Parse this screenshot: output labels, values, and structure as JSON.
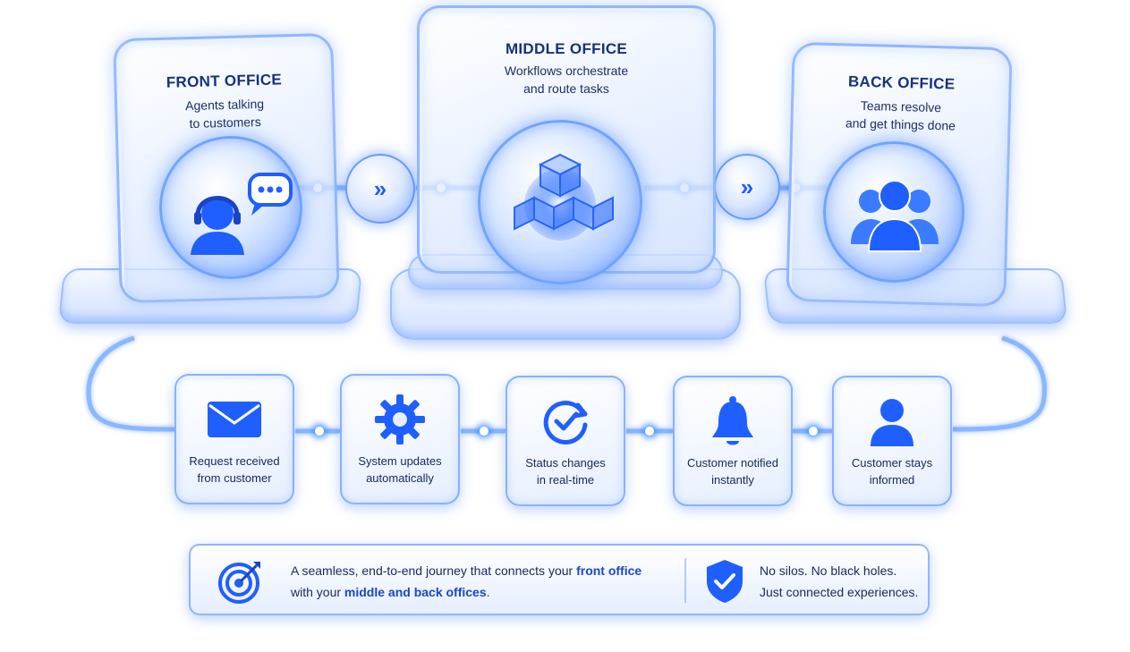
{
  "front_office": {
    "title": "FRONT OFFICE",
    "subtitle_line1": "Agents talking",
    "subtitle_line2": "to customers",
    "icon": "headset-agent-chat-icon"
  },
  "middle_office": {
    "title": "MIDDLE OFFICE",
    "subtitle_line1": "Workflows orchestrate",
    "subtitle_line2": "and route tasks",
    "icon": "stacked-cubes-icon"
  },
  "back_office": {
    "title": "BACK OFFICE",
    "subtitle_line1": "Teams resolve",
    "subtitle_line2": "and get things done",
    "icon": "team-group-icon"
  },
  "steps": [
    {
      "line1": "Request received",
      "line2": "from customer",
      "icon": "envelope-icon"
    },
    {
      "line1": "System updates",
      "line2": "automatically",
      "icon": "gear-icon"
    },
    {
      "line1": "Status changes",
      "line2": "in real-time",
      "icon": "refresh-check-icon"
    },
    {
      "line1": "Customer notified",
      "line2": "instantly",
      "icon": "bell-icon"
    },
    {
      "line1": "Customer stays",
      "line2": "informed",
      "icon": "user-icon"
    }
  ],
  "banner": {
    "left_line1_prefix": "A seamless, end-to-end journey that connects your ",
    "left_line1_highlight": "front office",
    "left_line2_prefix": "with your ",
    "left_line2_highlight": "middle and back offices",
    "left_line2_suffix": ".",
    "right_line1": "No silos. No black holes.",
    "right_line2": "Just connected experiences.",
    "left_icon": "target-icon",
    "right_icon": "shield-check-icon"
  },
  "colors": {
    "accent": "#1f5fff",
    "title": "#17317d",
    "glow": "#5a96ff"
  }
}
